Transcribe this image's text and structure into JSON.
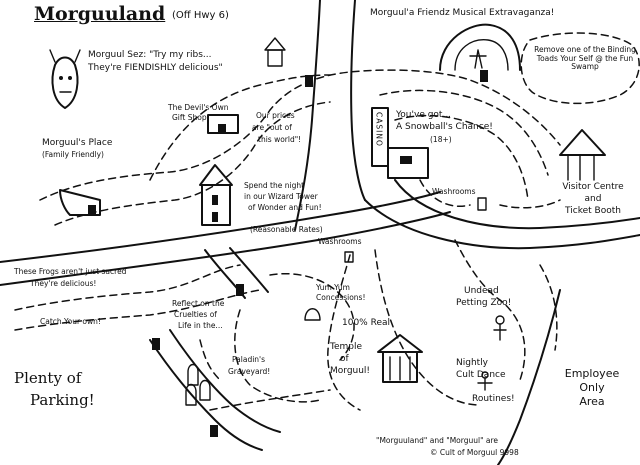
{
  "title": "Morguuland",
  "title_note": "(Off Hwy 6)",
  "tagline": {
    "line1": "Morguul Sez: \"Try my ribs...",
    "line2": "They're FIENDISHLY delicious\""
  },
  "header_right": "Morguul'a Friendz Musical Extravaganza!",
  "bubble_note": "Remove one of the Binding Toads Your Self @ the Fun Swamp",
  "places": {
    "devils_own": {
      "line1": "The Devil's Own",
      "line2": "Gift Shop"
    },
    "prices": {
      "line1": "Our prices",
      "line2": "are \"out of",
      "line3": "this world\"!"
    },
    "snowball": {
      "line1": "You've got...",
      "line2": "A Snowball's Chance!",
      "line3": "(18+)",
      "sign": "CASINO"
    },
    "morguuls_place": {
      "line1": "Morguul's Place",
      "line2": "(Family Friendly)"
    },
    "wizard_tower": {
      "line1": "Spend the night",
      "line2": "in our Wizard Tower",
      "line3": "of Wonder and Fun!",
      "line4": "(Reasonable Rates)"
    },
    "washrooms_top": "Washrooms",
    "washrooms_mid": "Washrooms",
    "visitor_centre": {
      "line1": "Visitor Centre",
      "line2": "and",
      "line3": "Ticket Booth"
    },
    "frogs": {
      "line1": "These Frogs aren't just sacred",
      "line2": "They're delicious!",
      "line3": "Catch Your own!"
    },
    "concessions": {
      "line1": "Yum Yum",
      "line2": "Concessions!"
    },
    "undead_zoo": {
      "line1": "Undead",
      "line2": "Petting Zoo!"
    },
    "reflect": {
      "line1": "Reflect on the",
      "line2": "Cruelties of",
      "line3": "Life in the..."
    },
    "temple": {
      "line1": "100% Real",
      "line2": "Temple",
      "line3": "of",
      "line4": "Morguul!"
    },
    "paladins": {
      "line1": "Paladin's",
      "line2": "Graveyard!"
    },
    "cult_dance": {
      "line1": "Nightly",
      "line2": "Cult Dance",
      "line3": "Routines!"
    },
    "employee": {
      "line1": "Employee",
      "line2": "Only",
      "line3": "Area"
    },
    "parking": {
      "line1": "Plenty of",
      "line2": "Parking!"
    }
  },
  "footer": {
    "line1": "\"Morguuland\" and \"Morguul\" are",
    "line2": "© Cult of Morguul 9998"
  }
}
